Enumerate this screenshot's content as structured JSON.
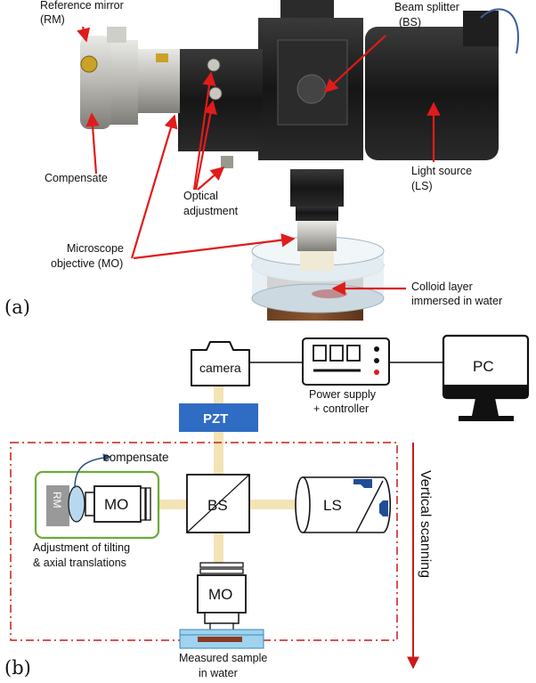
{
  "panel_a": {
    "label": "(a)",
    "annotations": {
      "reference_mirror": [
        "Reference mirror",
        "(RM)"
      ],
      "beam_splitter": [
        "Beam splitter",
        "(BS)"
      ],
      "compensate": [
        "Compensate"
      ],
      "light_source": [
        "Light source",
        "(LS)"
      ],
      "optical_adjustment": [
        "Optical",
        "adjustment"
      ],
      "microscope_objective": [
        "Microscope",
        "objective (MO)"
      ],
      "colloid_layer": [
        "Colloid layer",
        "immersed in water"
      ]
    }
  },
  "panel_b": {
    "label": "(b)",
    "camera": "camera",
    "power_supply": [
      "Power supply",
      "+ controller"
    ],
    "pc": "PC",
    "pzt": "PZT",
    "compensate": "compensate",
    "rm": "RM",
    "mo_left": "MO",
    "bs": "BS",
    "ls": "LS",
    "mo_bottom": "MO",
    "adjustment": [
      "Adjustment of tilting",
      "& axial translations"
    ],
    "vertical_scanning": "Vertical scanning",
    "measured_sample": [
      "Measured sample",
      "in water"
    ]
  },
  "colors": {
    "arrow_red": "#e01b1b",
    "dash_frame": "#cc1a1a",
    "pzt_blue": "#2f6cc4",
    "beam": "#f3e3b5",
    "adjust_green": "#6cab3a",
    "water": "#9fd3ee",
    "sample": "#8a3a1e"
  }
}
